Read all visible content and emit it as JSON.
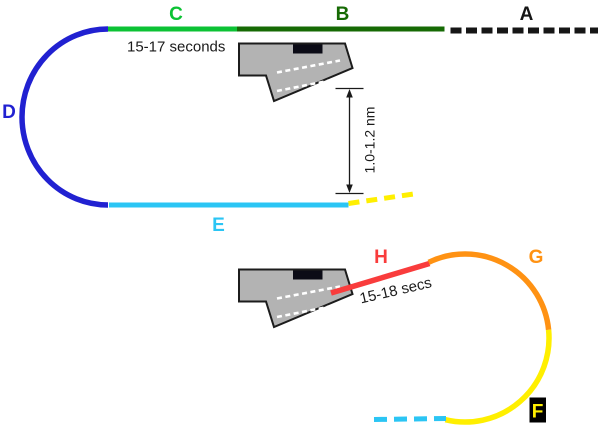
{
  "colors": {
    "background": "#ffffff",
    "segment_a_black": "#161616",
    "segment_b_dark_green": "#166a04",
    "segment_c_green": "#0cc234",
    "segment_d_blue": "#2121d1",
    "segment_e_cyan": "#2bc5f4",
    "segment_f_yellow": "#ffef00",
    "segment_g_orange": "#ff9213",
    "segment_h_red": "#f93c3c",
    "cantilever_gray": "#b3b3b3",
    "cantilever_outline": "#1c1c1c",
    "cantilever_chip_black": "#0b0b16",
    "cantilever_stripe_white": "#ffffff",
    "annotation_black": "#1a1a1a",
    "f_label_bg": "#000000"
  },
  "top_structure": {
    "segment_labels": {
      "a": "A",
      "b": "B",
      "c": "C",
      "d": "D",
      "e": "E"
    },
    "time_annotation": "15-17 seconds",
    "distance_annotation": "1.0-1.2 nm"
  },
  "bottom_structure": {
    "segment_labels": {
      "f": "F",
      "g": "G",
      "h": "H"
    },
    "time_annotation": "15-18 secs"
  }
}
